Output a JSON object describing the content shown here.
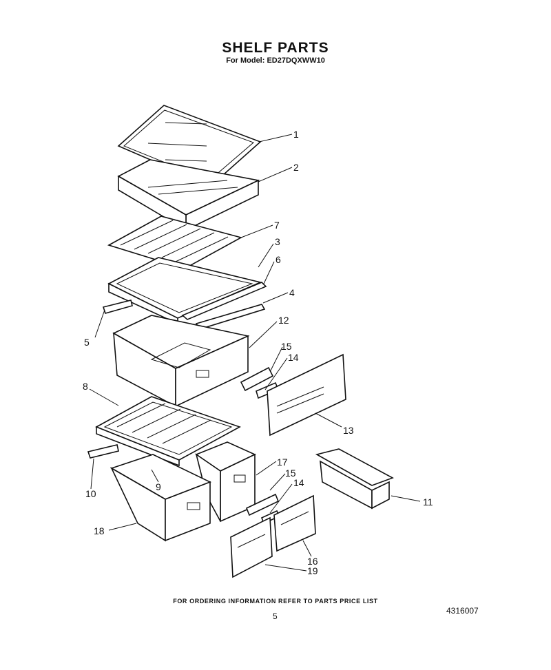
{
  "header": {
    "title": "SHELF PARTS",
    "subtitle": "For Model: ED27DQXWW10"
  },
  "callouts": [
    {
      "key": "c1",
      "label": "1"
    },
    {
      "key": "c2",
      "label": "2"
    },
    {
      "key": "c7",
      "label": "7"
    },
    {
      "key": "c3",
      "label": "3"
    },
    {
      "key": "c6",
      "label": "6"
    },
    {
      "key": "c4",
      "label": "4"
    },
    {
      "key": "c5",
      "label": "5"
    },
    {
      "key": "c12",
      "label": "12"
    },
    {
      "key": "c15a",
      "label": "15"
    },
    {
      "key": "c14a",
      "label": "14"
    },
    {
      "key": "c8",
      "label": "8"
    },
    {
      "key": "c13",
      "label": "13"
    },
    {
      "key": "c17",
      "label": "17"
    },
    {
      "key": "c15b",
      "label": "15"
    },
    {
      "key": "c14b",
      "label": "14"
    },
    {
      "key": "c10",
      "label": "10"
    },
    {
      "key": "c9",
      "label": "9"
    },
    {
      "key": "c11",
      "label": "11"
    },
    {
      "key": "c18",
      "label": "18"
    },
    {
      "key": "c16",
      "label": "16"
    },
    {
      "key": "c19",
      "label": "19"
    }
  ],
  "footer": {
    "ordering_note": "FOR ORDERING INFORMATION REFER TO PARTS PRICE LIST",
    "page_number": "5",
    "document_number": "4316007"
  }
}
